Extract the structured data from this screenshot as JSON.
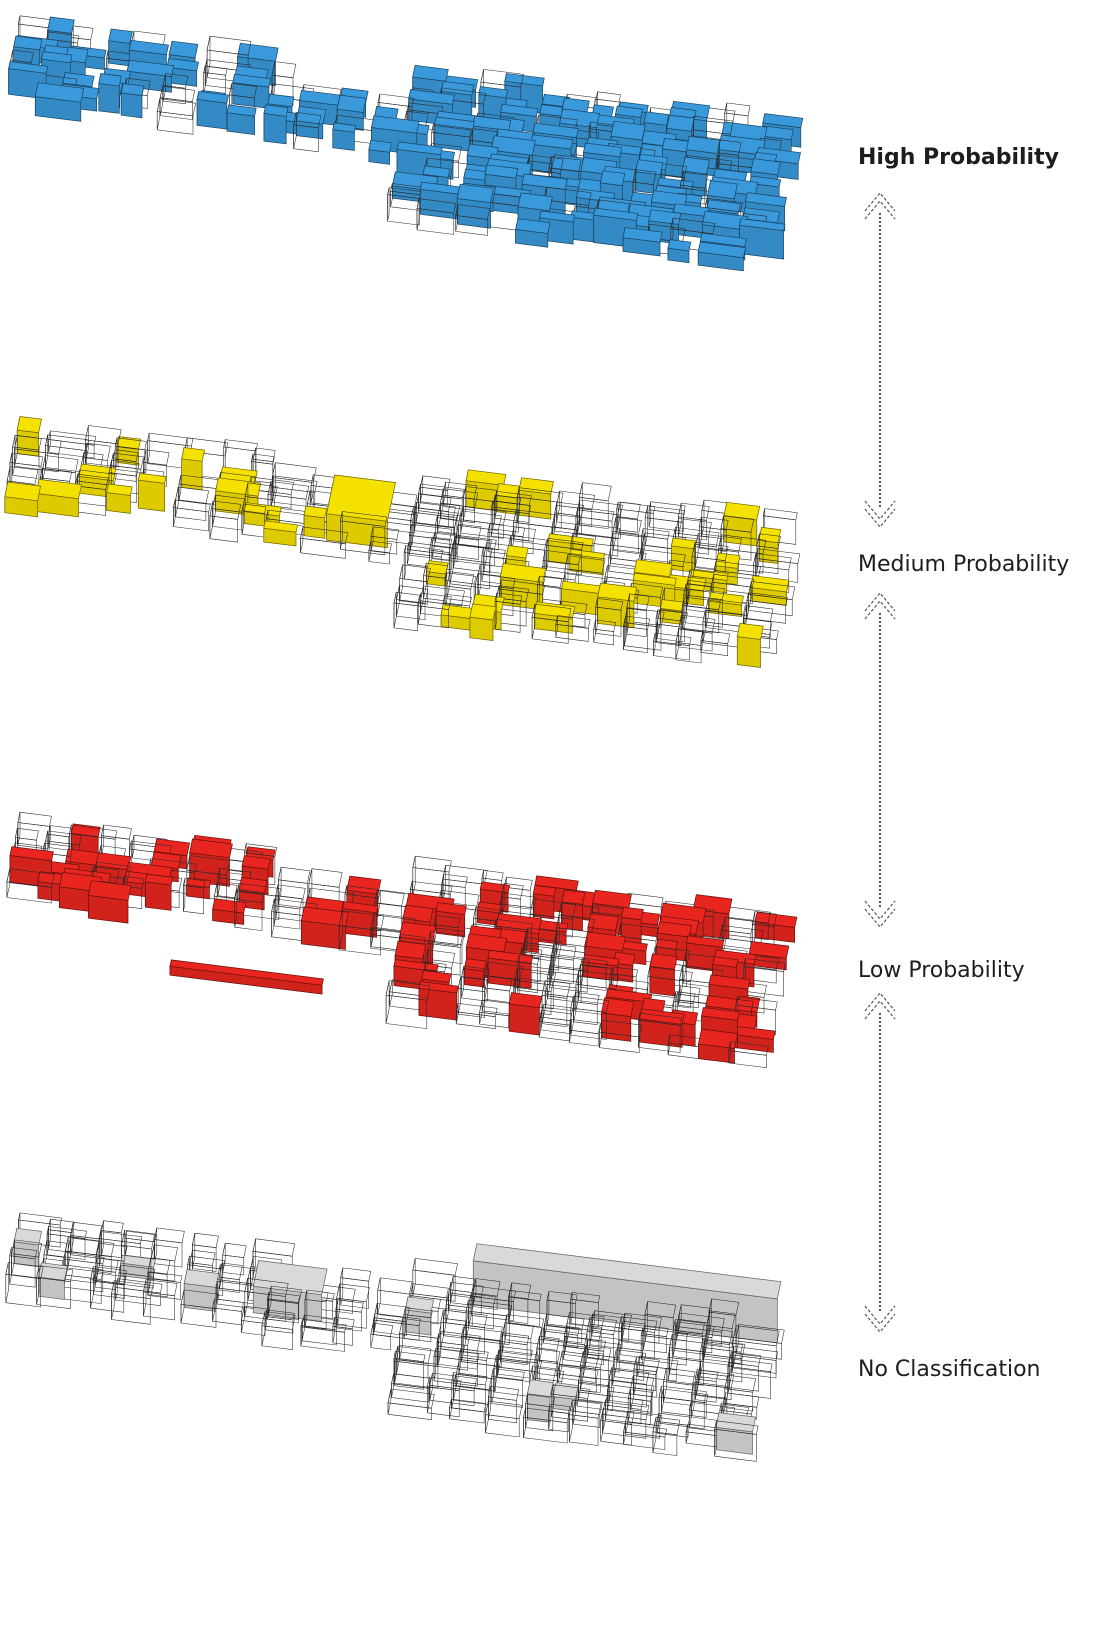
{
  "legend": {
    "levels": [
      {
        "key": "high",
        "label": "High Probability",
        "bold": true,
        "color": "#3a99db"
      },
      {
        "key": "medium",
        "label": "Medium Probability",
        "bold": false,
        "color": "#f5e100"
      },
      {
        "key": "low",
        "label": "Low Probability",
        "bold": false,
        "color": "#e8261f"
      },
      {
        "key": "none",
        "label": "No Classification",
        "bold": false,
        "color": "#d9d9d9"
      }
    ]
  },
  "icons": {
    "arrow_up": "arrow-up-icon",
    "arrow_down": "arrow-down-icon"
  }
}
